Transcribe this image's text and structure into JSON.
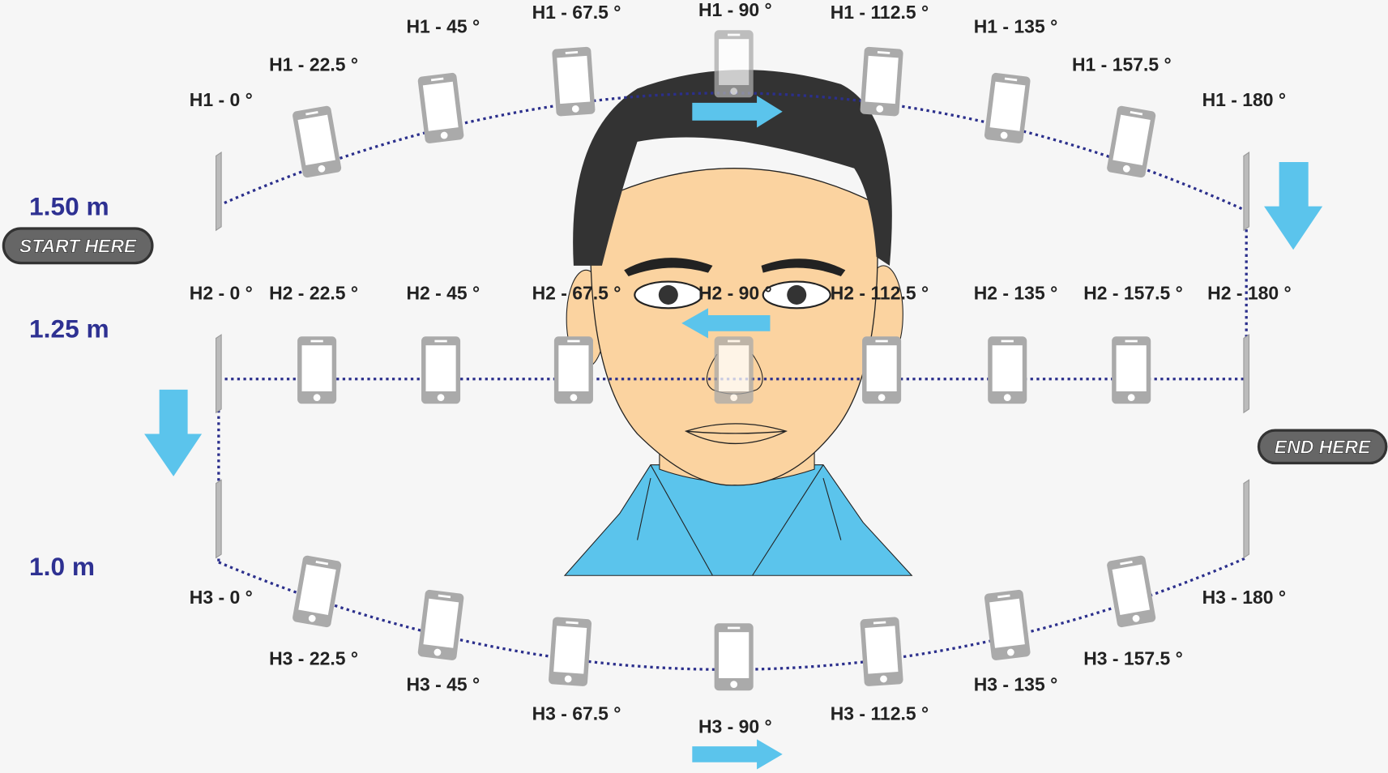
{
  "heights": [
    "1.50 m",
    "1.25 m",
    "1.0 m"
  ],
  "start_label": "START HERE",
  "end_label": "END HERE",
  "rows": {
    "h1": [
      "H1 - 0 °",
      "H1 - 22.5 °",
      "H1 - 45 °",
      "H1 - 67.5 °",
      "H1 - 90 °",
      "H1 - 112.5 °",
      "H1 - 135 °",
      "H1 - 157.5 °",
      "H1 - 180 °"
    ],
    "h2": [
      "H2 - 0 °",
      "H2 - 22.5 °",
      "H2 - 45 °",
      "H2 - 67.5 °",
      "H2 - 90 °",
      "H2 - 112.5 °",
      "H2 - 135 °",
      "H2 - 157.5 °",
      "H2 - 180 °"
    ],
    "h3": [
      "H3 - 0 °",
      "H3 - 22.5 °",
      "H3 - 45 °",
      "H3 - 67.5 °",
      "H3 - 90 °",
      "H3 - 112.5 °",
      "H3 - 135 °",
      "H3 - 157.5 °",
      "H3 - 180 °"
    ]
  },
  "colors": {
    "arrow": "#5bc4ec",
    "path": "#2b2f8c",
    "height_text": "#2e3192",
    "skin": "#fbd3a0",
    "hair": "#333333",
    "shirt": "#5bc4ec",
    "phone": "#aaaaaa",
    "pill": "#666666"
  },
  "icons": [
    "smartphone-icon",
    "arrow-right-icon",
    "arrow-left-icon",
    "arrow-down-icon"
  ]
}
